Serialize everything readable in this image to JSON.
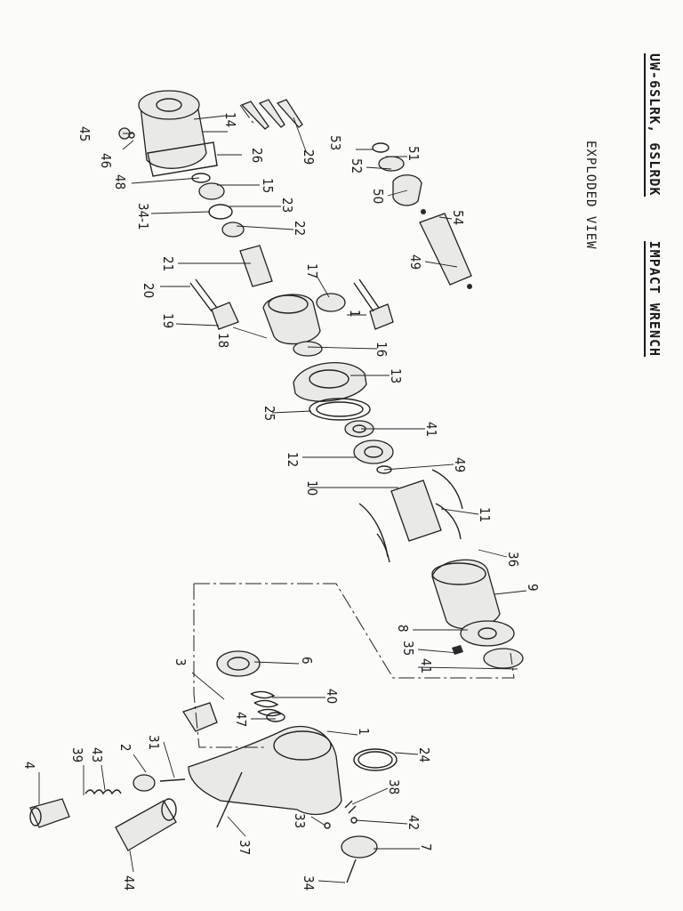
{
  "title": {
    "model": "UW-6SLRK, 6SLRDK",
    "product": "IMPACT WRENCH",
    "subtitle": "EXPLODED VIEW"
  },
  "callouts": [
    {
      "id": "c14",
      "label": "14"
    },
    {
      "id": "c26",
      "label": "26"
    },
    {
      "id": "c29",
      "label": "29"
    },
    {
      "id": "c45",
      "label": "45"
    },
    {
      "id": "c46",
      "label": "46"
    },
    {
      "id": "c48",
      "label": "48"
    },
    {
      "id": "c15",
      "label": "15"
    },
    {
      "id": "c34-1",
      "label": "34-1"
    },
    {
      "id": "c23",
      "label": "23"
    },
    {
      "id": "c22",
      "label": "22"
    },
    {
      "id": "c21",
      "label": "21"
    },
    {
      "id": "c20",
      "label": "20"
    },
    {
      "id": "c19",
      "label": "19"
    },
    {
      "id": "c18",
      "label": "18"
    },
    {
      "id": "c17",
      "label": "17"
    },
    {
      "id": "c1a",
      "label": "1"
    },
    {
      "id": "c16",
      "label": "16"
    },
    {
      "id": "c13",
      "label": "13"
    },
    {
      "id": "c25",
      "label": "25"
    },
    {
      "id": "c41a",
      "label": "41"
    },
    {
      "id": "c12",
      "label": "12"
    },
    {
      "id": "c49a",
      "label": "49"
    },
    {
      "id": "c10",
      "label": "10"
    },
    {
      "id": "c11",
      "label": "11"
    },
    {
      "id": "c36",
      "label": "36"
    },
    {
      "id": "c9",
      "label": "9"
    },
    {
      "id": "c8",
      "label": "8"
    },
    {
      "id": "c35",
      "label": "35"
    },
    {
      "id": "c41b",
      "label": "41"
    },
    {
      "id": "c53",
      "label": "53"
    },
    {
      "id": "c51",
      "label": "51"
    },
    {
      "id": "c52",
      "label": "52"
    },
    {
      "id": "c50",
      "label": "50"
    },
    {
      "id": "c54",
      "label": "54"
    },
    {
      "id": "c49b",
      "label": "49"
    },
    {
      "id": "c6",
      "label": "6"
    },
    {
      "id": "c3",
      "label": "3"
    },
    {
      "id": "c40",
      "label": "40"
    },
    {
      "id": "c47",
      "label": "47"
    },
    {
      "id": "c1b",
      "label": "1"
    },
    {
      "id": "c24",
      "label": "24"
    },
    {
      "id": "c38",
      "label": "38"
    },
    {
      "id": "c42",
      "label": "42"
    },
    {
      "id": "c33",
      "label": "33"
    },
    {
      "id": "c7",
      "label": "7"
    },
    {
      "id": "c34",
      "label": "34"
    },
    {
      "id": "c37",
      "label": "37"
    },
    {
      "id": "c31",
      "label": "31"
    },
    {
      "id": "c2",
      "label": "2"
    },
    {
      "id": "c43",
      "label": "43"
    },
    {
      "id": "c39",
      "label": "39"
    },
    {
      "id": "c4",
      "label": "4"
    },
    {
      "id": "c44",
      "label": "44"
    }
  ]
}
